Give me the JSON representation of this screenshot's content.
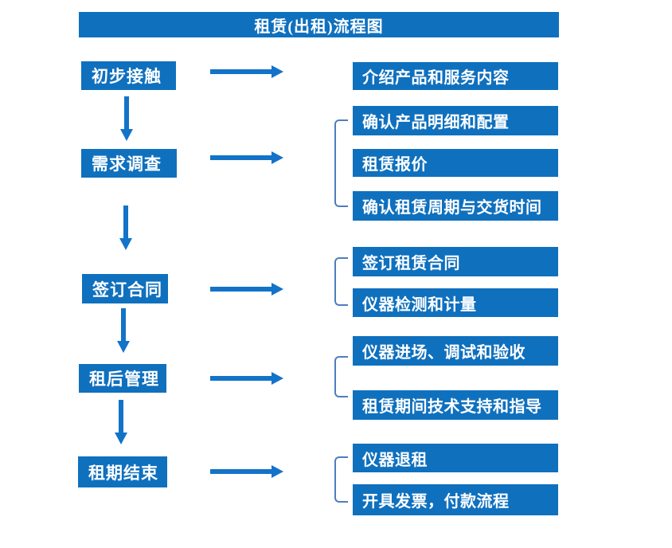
{
  "colors": {
    "box_fill": "#0F70BE",
    "arrow_fill": "#1373C8",
    "bracket_stroke": "#4F7DBE",
    "text_color": "#FFFFFF"
  },
  "flow": {
    "title": "租赁(出租)流程图",
    "rows": [
      {
        "step": "初步接触",
        "details": [
          "介绍产品和服务内容"
        ]
      },
      {
        "step": "需求调查",
        "details": [
          "确认产品明细和配置",
          "租赁报价",
          "确认租赁周期与交货时间"
        ]
      },
      {
        "step": "签订合同",
        "details": [
          "签订租赁合同",
          "仪器检测和计量"
        ]
      },
      {
        "step": "租后管理",
        "details": [
          "仪器进场、调试和验收",
          "租赁期间技术支持和指导"
        ]
      },
      {
        "step": "租期结束",
        "details": [
          "仪器退租",
          "开具发票，付款流程"
        ]
      }
    ]
  }
}
